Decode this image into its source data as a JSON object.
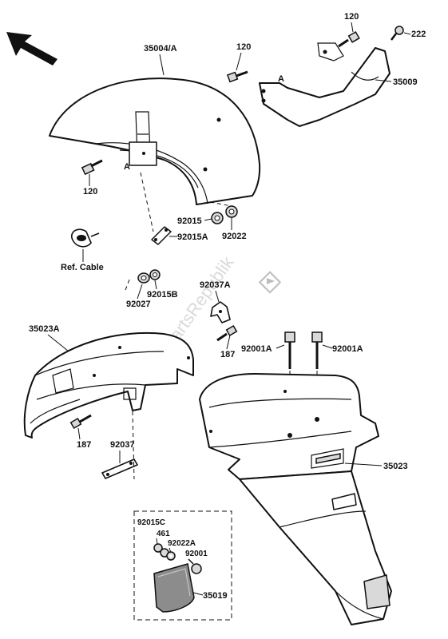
{
  "labels": {
    "front_fender": "35004/A",
    "bracket_upper": "35009",
    "bolt_120_a": "120",
    "bolt_120_b": "120",
    "bolt_120_c": "120",
    "bolt_222": "222",
    "marker_a1": "A",
    "marker_a2": "A",
    "nut_92015": "92015",
    "nut_92022": "92022",
    "plate_92015A": "92015A",
    "ref_cable": "Ref. Cable",
    "washer_92027": "92027",
    "nut_92015B": "92015B",
    "clamp_92037A": "92037A",
    "bolt_187_a": "187",
    "bolt_187_b": "187",
    "rear_fender_front": "35023A",
    "bolt_92001A_a": "92001A",
    "bolt_92001A_b": "92001A",
    "rear_fender": "35023",
    "strap_92037": "92037",
    "nut_92015C": "92015C",
    "part_461": "461",
    "nut_92022A": "92022A",
    "screw_92001": "92001",
    "reflector_35019": "35019"
  },
  "watermark": "PartsRepublik",
  "icons": {
    "direction_arrow": "front-direction-arrow-icon",
    "watermark_logo": "parts-republik-logo-icon"
  }
}
